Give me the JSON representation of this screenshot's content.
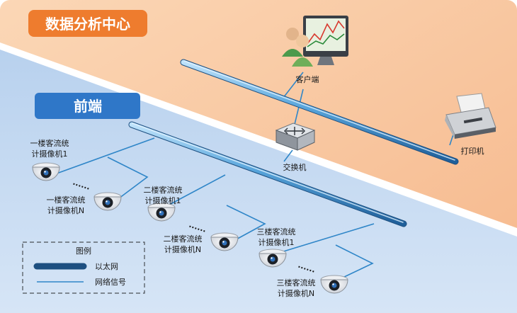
{
  "header": {
    "data_center_title": "数据分析中心",
    "frontend_title": "前端"
  },
  "devices": {
    "client_label": "客户端",
    "printer_label": "打印机",
    "switch_label": "交换机"
  },
  "cameras": {
    "f1_cam1": [
      "一楼客流统",
      "计摄像机1"
    ],
    "f1_camN": [
      "一楼客流统",
      "计摄像机N"
    ],
    "f2_cam1": [
      "二楼客流统",
      "计摄像机1"
    ],
    "f2_camN": [
      "二楼客流统",
      "计摄像机N"
    ],
    "f3_cam1": [
      "三楼客流统",
      "计摄像机1"
    ],
    "f3_camN": [
      "三楼客流统",
      "计摄像机N"
    ],
    "ellipsis": "......"
  },
  "legend": {
    "title": "图例",
    "ethernet": "以太网",
    "signal": "网络信号"
  },
  "colors": {
    "orange_zone": "#F9C9A1",
    "blue_zone": "#C9DCF1",
    "title_badge": "#EE7C2E",
    "frontend_badge": "#2F77C8",
    "signal_line": "#2F86C8"
  }
}
